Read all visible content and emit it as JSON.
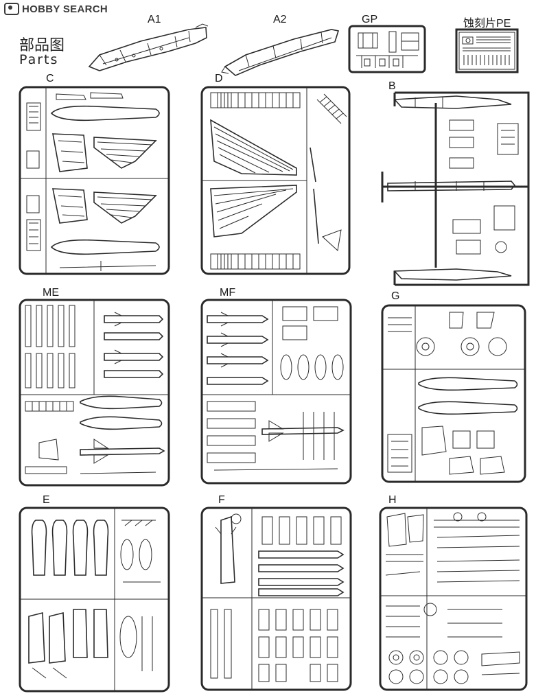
{
  "watermark": {
    "text": "HOBBY SEARCH"
  },
  "heading": {
    "chinese": "部品图",
    "english": "Parts"
  },
  "labels": {
    "a1": "A1",
    "a2": "A2",
    "gp": "GP",
    "pe": "蚀刻片PE",
    "c": "C",
    "d": "D",
    "b": "B",
    "me": "ME",
    "mf": "MF",
    "g": "G",
    "e": "E",
    "f": "F",
    "h": "H"
  },
  "icons": {
    "logo": "hobby-search-logo-icon"
  }
}
